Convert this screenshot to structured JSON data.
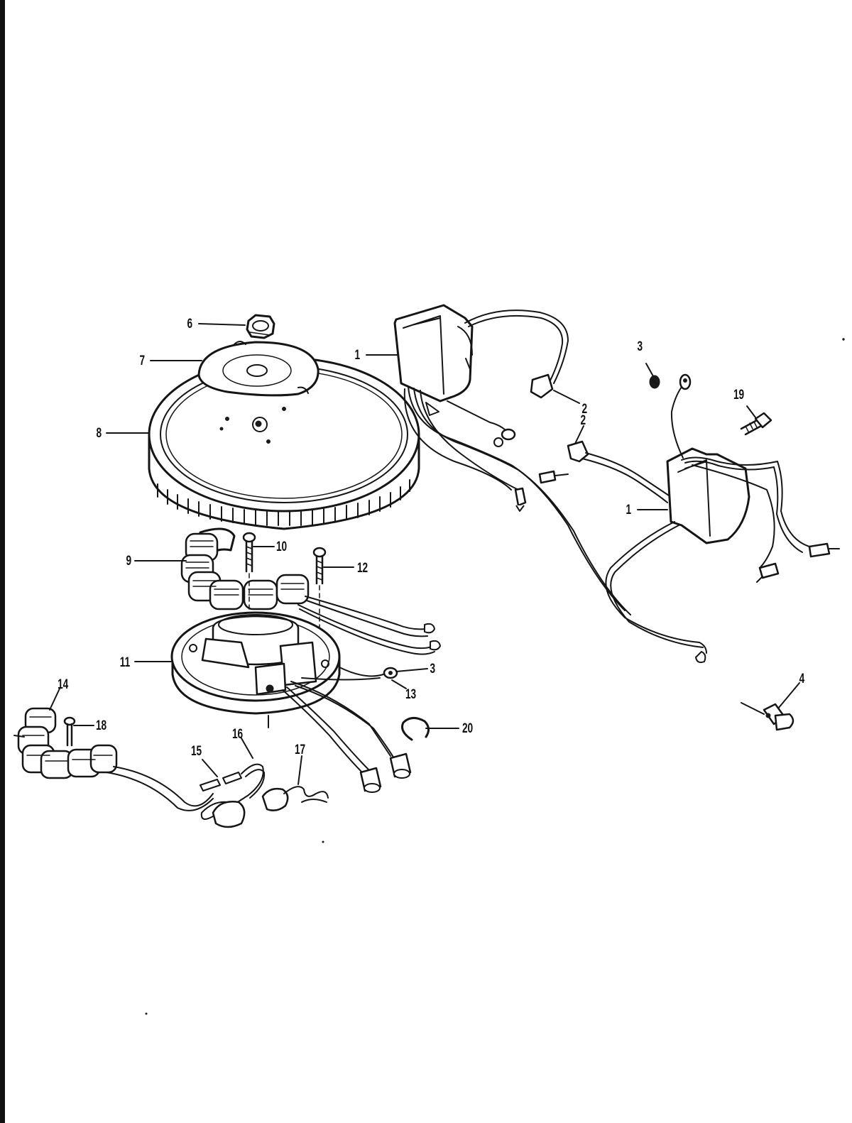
{
  "diagram": {
    "callouts": {
      "c1a": "1",
      "c1b": "1",
      "c2a": "2",
      "c2b": "2",
      "c3a": "3",
      "c3b": "3",
      "c4": "4",
      "c6": "6",
      "c7": "7",
      "c8": "8",
      "c9": "9",
      "c10": "10",
      "c11": "11",
      "c12": "12",
      "c13": "13",
      "c14": "14",
      "c15": "15",
      "c16": "16",
      "c17": "17",
      "c18": "18",
      "c19": "19",
      "c20": "20"
    },
    "ink_color": "#151515",
    "background_color": "#ffffff"
  }
}
